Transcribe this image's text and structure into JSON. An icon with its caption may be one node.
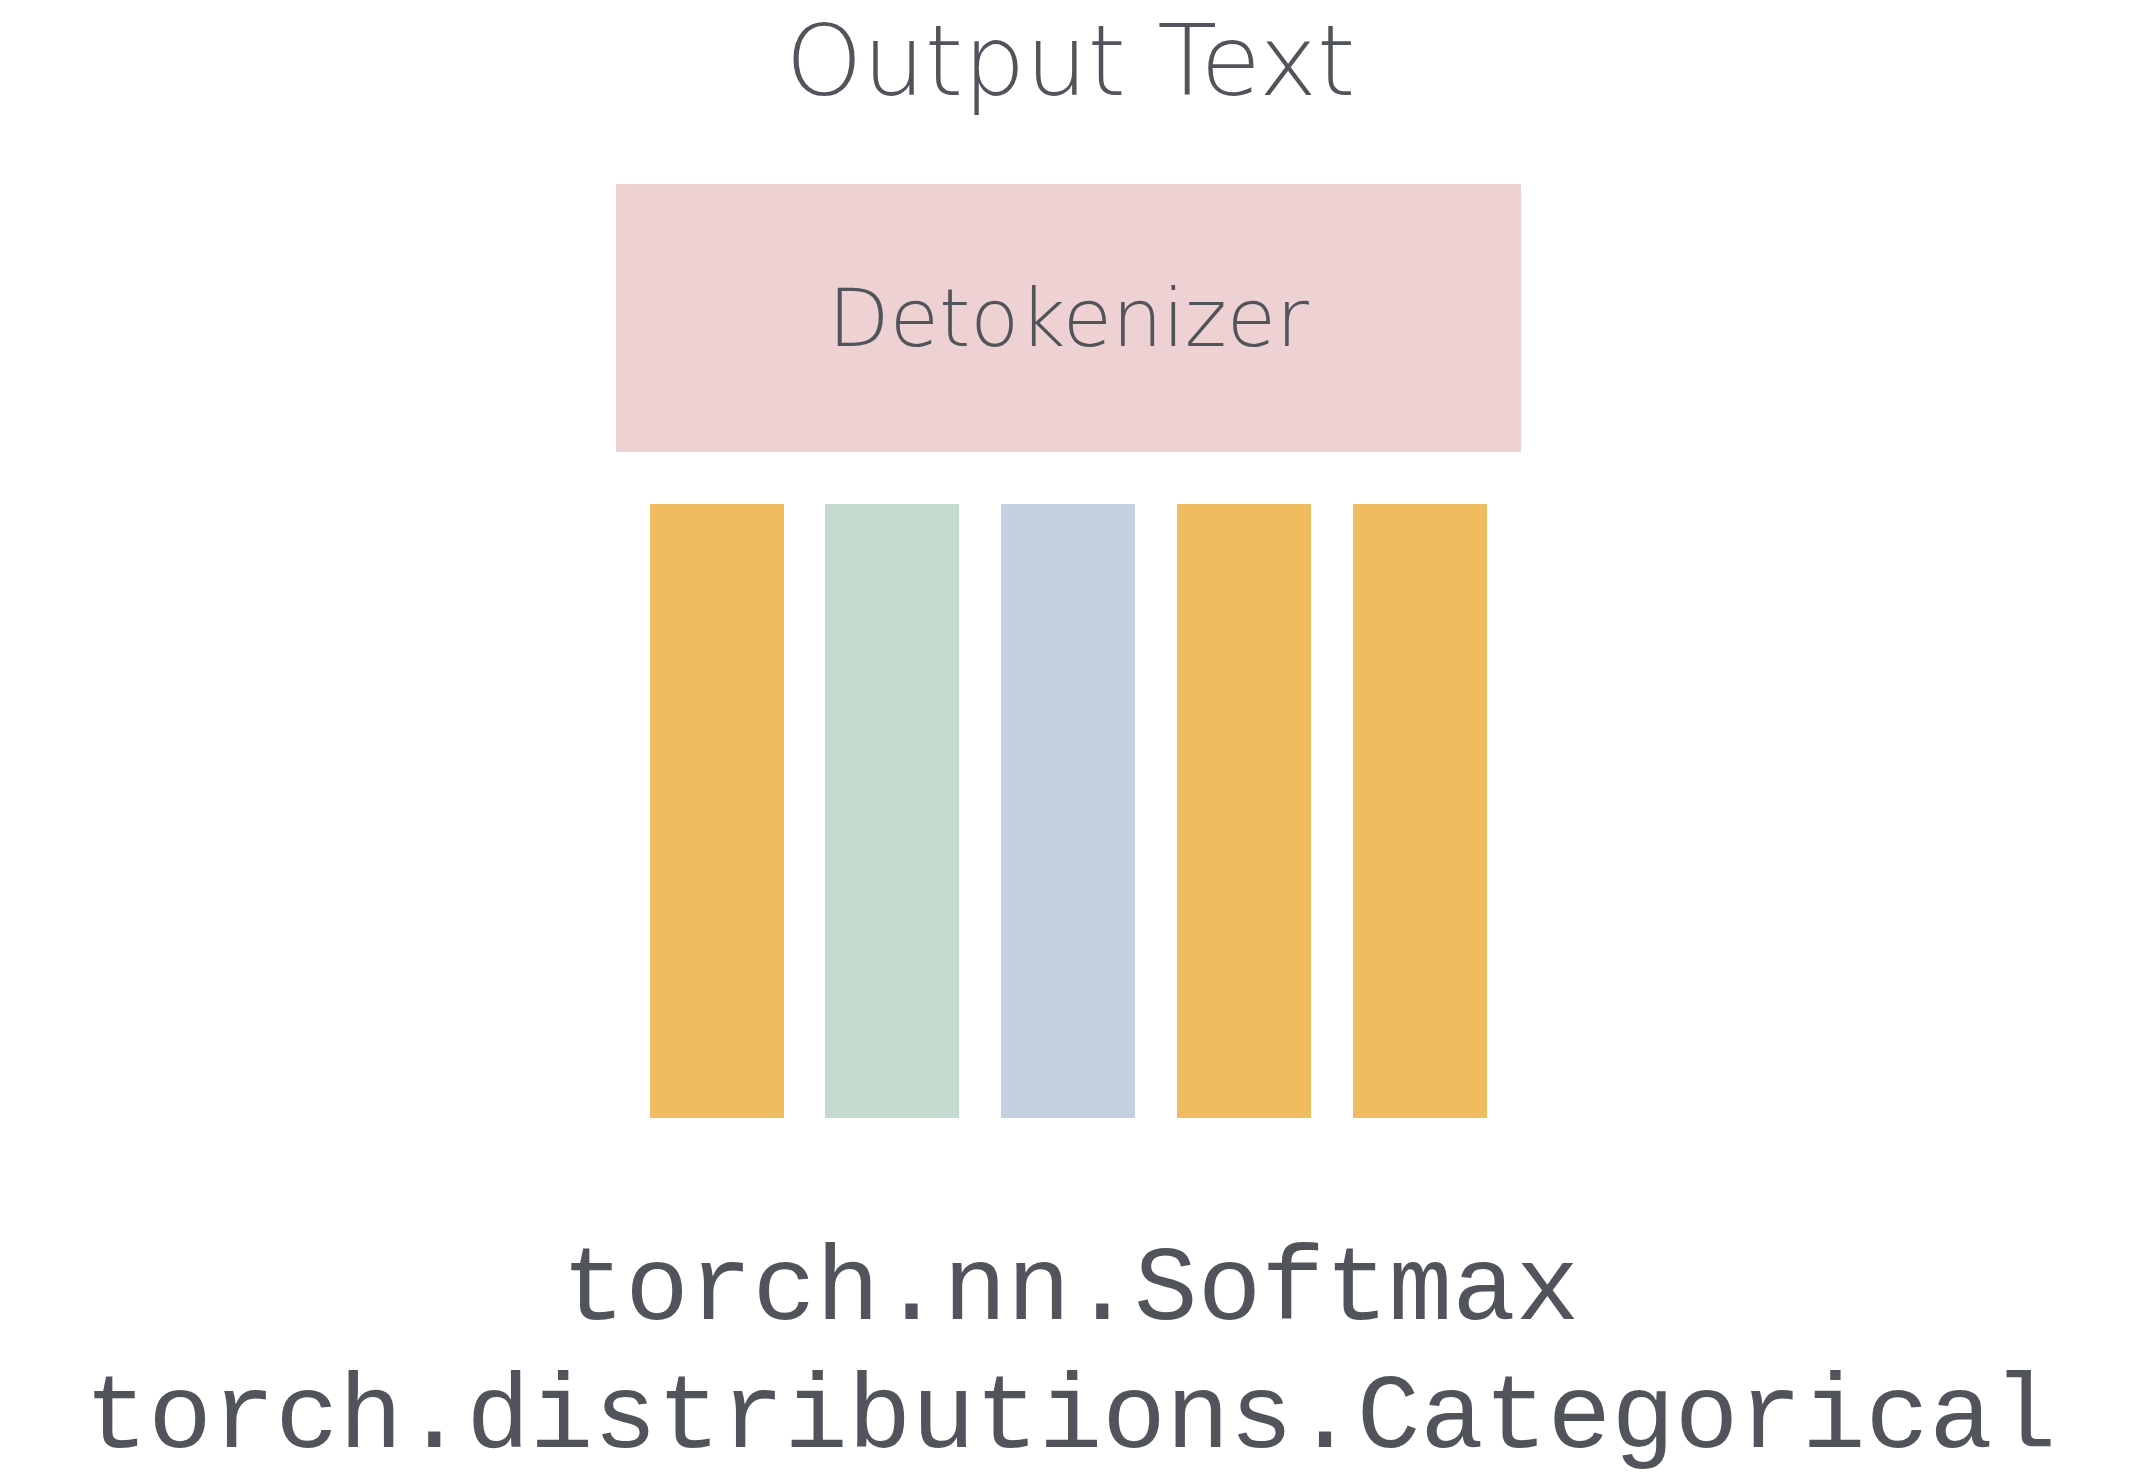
{
  "diagram": {
    "title": "Output Text",
    "nodes": [
      {
        "text": [
          "Detokenizer"
        ]
      },
      {
        "text": [],
        "shape": "bar"
      },
      {
        "text": [],
        "shape": "bar"
      },
      {
        "text": [],
        "shape": "bar"
      },
      {
        "text": [],
        "shape": "bar"
      },
      {
        "text": [],
        "shape": "bar"
      }
    ],
    "labels": [
      "torch.nn.Softmax",
      "torch.distributions.Categorical"
    ]
  }
}
